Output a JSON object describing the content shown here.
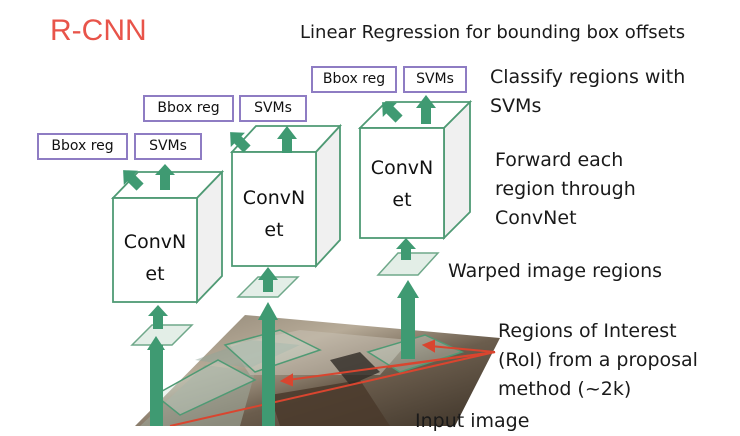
{
  "title": "R-CNN",
  "colors": {
    "title": "#e8544a",
    "cube": "#4f9a74",
    "arrow": "#3f9a72",
    "box_border": "#8e7cc3",
    "roi_line": "#d9452f"
  },
  "annotations": {
    "linear_regression": "Linear Regression for bounding box offsets",
    "classify_line1": "Classify regions with",
    "classify_line2": "SVMs",
    "forward_line1": "Forward each",
    "forward_line2": "region through",
    "forward_line3": "ConvNet",
    "warped": "Warped image regions",
    "roi_line1": "Regions of Interest",
    "roi_line2": "(RoI) from a proposal",
    "roi_line3": "method (~2k)",
    "input": "Input image"
  },
  "stages": [
    {
      "bbox": "Bbox reg",
      "svms": "SVMs",
      "convnet": "ConvN\net"
    },
    {
      "bbox": "Bbox reg",
      "svms": "SVMs",
      "convnet": "ConvN\net"
    },
    {
      "bbox": "Bbox reg",
      "svms": "SVMs",
      "convnet": "ConvN\net"
    }
  ]
}
